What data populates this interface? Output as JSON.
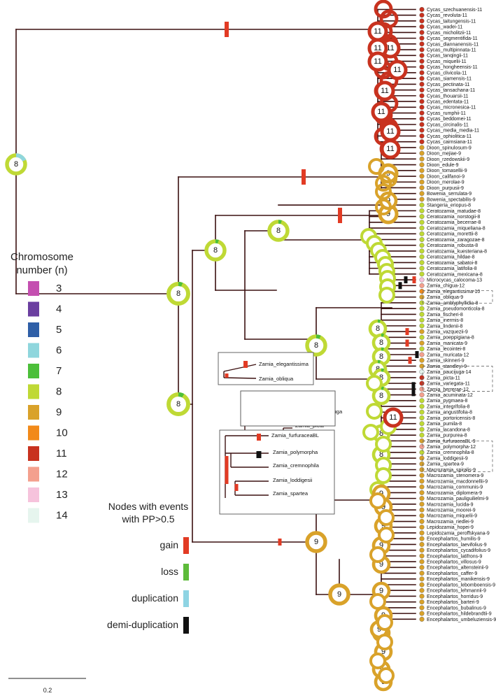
{
  "colors": {
    "3": "#c44fb0",
    "4": "#6b3fa0",
    "5": "#2f5fa7",
    "6": "#8fd6dd",
    "7": "#4cbf3a",
    "8": "#bfd935",
    "9": "#d9a22a",
    "10": "#f28a1a",
    "11": "#c8321f",
    "12": "#f4a08e",
    "13": "#f6c3dc",
    "14": "#e6f5ee",
    "branch": "#3b1010",
    "gain": "#e23b24",
    "loss": "#5dbb3a",
    "duplication": "#8ed4e3",
    "demi": "#111111"
  },
  "legend": {
    "title_line1": "Chromosome",
    "title_line2": "number (n)",
    "items": [
      {
        "label": "3",
        "key": "3"
      },
      {
        "label": "4",
        "key": "4"
      },
      {
        "label": "5",
        "key": "5"
      },
      {
        "label": "6",
        "key": "6"
      },
      {
        "label": "7",
        "key": "7"
      },
      {
        "label": "8",
        "key": "8"
      },
      {
        "label": "9",
        "key": "9"
      },
      {
        "label": "10",
        "key": "10"
      },
      {
        "label": "11",
        "key": "11"
      },
      {
        "label": "12",
        "key": "12"
      },
      {
        "label": "13",
        "key": "13"
      },
      {
        "label": "14",
        "key": "14"
      }
    ]
  },
  "events_legend": {
    "title_line1": "Nodes with events",
    "title_line2": "with PP>0.5",
    "items": [
      {
        "label": "gain",
        "key": "gain"
      },
      {
        "label": "loss",
        "key": "loss"
      },
      {
        "label": "duplication",
        "key": "duplication"
      },
      {
        "label": "demi-duplication",
        "key": "demi"
      }
    ]
  },
  "scale_label": "0.2",
  "taxa": [
    {
      "name": "Cycas_szechuanensis-11",
      "n": "11"
    },
    {
      "name": "Cycas_revoluta-11",
      "n": "11"
    },
    {
      "name": "Cycas_taitungensis-11",
      "n": "11"
    },
    {
      "name": "Cycas_wadei-11",
      "n": "11"
    },
    {
      "name": "Cycas_micholitzii-11",
      "n": "11"
    },
    {
      "name": "Cycas_segmentifida-11",
      "n": "11"
    },
    {
      "name": "Cycas_diannanensis-11",
      "n": "11"
    },
    {
      "name": "Cycas_multipinnata-11",
      "n": "11"
    },
    {
      "name": "Cycas_tanqingii-11",
      "n": "11"
    },
    {
      "name": "Cycas_miquelii-11",
      "n": "11"
    },
    {
      "name": "Cycas_hongheensis-11",
      "n": "11"
    },
    {
      "name": "Cycas_clivicola-11",
      "n": "11"
    },
    {
      "name": "Cycas_siamensis-11",
      "n": "11"
    },
    {
      "name": "Cycas_pectinata-11",
      "n": "11"
    },
    {
      "name": "Cycas_tansachana-11",
      "n": "11"
    },
    {
      "name": "Cycas_thouarsii-11",
      "n": "11"
    },
    {
      "name": "Cycas_edentata-11",
      "n": "11"
    },
    {
      "name": "Cycas_micronesica-11",
      "n": "11"
    },
    {
      "name": "Cycas_rumphii-11",
      "n": "11"
    },
    {
      "name": "Cycas_beddomei-11",
      "n": "11"
    },
    {
      "name": "Cycas_circinalis-11",
      "n": "11"
    },
    {
      "name": "Cycas_media_media-11",
      "n": "11"
    },
    {
      "name": "Cycas_ophiolitica-11",
      "n": "11"
    },
    {
      "name": "Cycas_cairnsiana-11",
      "n": "11"
    },
    {
      "name": "Dioon_spinulosum-9",
      "n": "9"
    },
    {
      "name": "Dioon_mejiae-9",
      "n": "9"
    },
    {
      "name": "Dioon_rzedowskii-9",
      "n": "9"
    },
    {
      "name": "Dioon_edule-9",
      "n": "9"
    },
    {
      "name": "Dioon_tomasellii-9",
      "n": "9"
    },
    {
      "name": "Dioon_califanoi-9",
      "n": "9"
    },
    {
      "name": "Dioon_merolae-9",
      "n": "9"
    },
    {
      "name": "Dioon_purpusii-9",
      "n": "9"
    },
    {
      "name": "Bowenia_serrulata-9",
      "n": "9"
    },
    {
      "name": "Bowenia_spectabilis-9",
      "n": "9"
    },
    {
      "name": "Stangeria_eriopus-8",
      "n": "8"
    },
    {
      "name": "Ceratozamia_matudae-8",
      "n": "8"
    },
    {
      "name": "Ceratozamia_norstogii-8",
      "n": "8"
    },
    {
      "name": "Ceratozamia_becerrae-8",
      "n": "8"
    },
    {
      "name": "Ceratozamia_miqueliana-8",
      "n": "8"
    },
    {
      "name": "Ceratozamia_morettii-8",
      "n": "8"
    },
    {
      "name": "Ceratozamia_zaragozae-8",
      "n": "8"
    },
    {
      "name": "Ceratozamia_robusta-8",
      "n": "8"
    },
    {
      "name": "Ceratozamia_kuesteriana-8",
      "n": "8"
    },
    {
      "name": "Ceratozamia_hildae-8",
      "n": "8"
    },
    {
      "name": "Ceratozamia_sabatoi-8",
      "n": "8"
    },
    {
      "name": "Ceratozamia_latifolia-8",
      "n": "8"
    },
    {
      "name": "Ceratozamia_mexicana-8",
      "n": "8"
    },
    {
      "name": "Microcycas_calocoma-13",
      "n": "13"
    },
    {
      "name": "Zamia_chigua-12",
      "n": "12"
    },
    {
      "name": "Zamia_elegantissima-10",
      "n": "10"
    },
    {
      "name": "Zamia_obliqua-9",
      "n": "9"
    },
    {
      "name": "Zamia_amblyphyllidia-8",
      "n": "8"
    },
    {
      "name": "Zamia_pseudomonticola-8",
      "n": "8"
    },
    {
      "name": "Zamia_fischeri-8",
      "n": "8"
    },
    {
      "name": "Zamia_inermis-8",
      "n": "8"
    },
    {
      "name": "Zamia_lindenii-8",
      "n": "8"
    },
    {
      "name": "Zamia_vazquezii-9",
      "n": "9"
    },
    {
      "name": "Zamia_poeppigiana-8",
      "n": "8"
    },
    {
      "name": "Zamia_manicata-9",
      "n": "9"
    },
    {
      "name": "Zamia_lecointei-8",
      "n": "8"
    },
    {
      "name": "Zamia_muricata-12",
      "n": "12"
    },
    {
      "name": "Zamia_skinneri-9",
      "n": "9"
    },
    {
      "name": "Zamia_standleyi-9",
      "n": "9"
    },
    {
      "name": "Zamia_paucijuga-14",
      "n": "14"
    },
    {
      "name": "Zamia_picta-11",
      "n": "11"
    },
    {
      "name": "Zamia_variegata-11",
      "n": "11"
    },
    {
      "name": "Zamia_herrerae-12",
      "n": "12"
    },
    {
      "name": "Zamia_acuminata-12",
      "n": "12"
    },
    {
      "name": "Zamia_pygmaea-8",
      "n": "8"
    },
    {
      "name": "Zamia_integrifolia-8",
      "n": "8"
    },
    {
      "name": "Zamia_angustifolia-8",
      "n": "8"
    },
    {
      "name": "Zamia_portoricensis-8",
      "n": "8"
    },
    {
      "name": "Zamia_pumila-8",
      "n": "8"
    },
    {
      "name": "Zamia_lacandona-8",
      "n": "8"
    },
    {
      "name": "Zamia_purpurea-8",
      "n": "8"
    },
    {
      "name": "Zamia_furfuraceaBL-9",
      "n": "9"
    },
    {
      "name": "Zamia_polymorpha-12",
      "n": "12"
    },
    {
      "name": "Zamia_cremnophila-8",
      "n": "8"
    },
    {
      "name": "Zamia_loddigesii-9",
      "n": "9"
    },
    {
      "name": "Zamia_spartea-9",
      "n": "9"
    },
    {
      "name": "Macrozamia_spiralis-9",
      "n": "9"
    },
    {
      "name": "Macrozamia_stenomera-9",
      "n": "9"
    },
    {
      "name": "Macrozamia_macdonnellii-9",
      "n": "9"
    },
    {
      "name": "Macrozamia_communis-9",
      "n": "9"
    },
    {
      "name": "Macrozamia_diplomera-9",
      "n": "9"
    },
    {
      "name": "Macrozamia_pauliguilielmi-9",
      "n": "9"
    },
    {
      "name": "Macrozamia_lucida-9",
      "n": "9"
    },
    {
      "name": "Macrozamia_moorei-9",
      "n": "9"
    },
    {
      "name": "Macrozamia_miquelii-9",
      "n": "9"
    },
    {
      "name": "Macrozamia_riedlei-9",
      "n": "9"
    },
    {
      "name": "Lepidozamia_hopei-9",
      "n": "9"
    },
    {
      "name": "Lepidozamia_peroffskyana-9",
      "n": "9"
    },
    {
      "name": "Encephalartos_humilis-9",
      "n": "9"
    },
    {
      "name": "Encephalartos_laevifolius-9",
      "n": "9"
    },
    {
      "name": "Encephalartos_cycadifolius-9",
      "n": "9"
    },
    {
      "name": "Encephalartos_latifrons-9",
      "n": "9"
    },
    {
      "name": "Encephalartos_villosus-9",
      "n": "9"
    },
    {
      "name": "Encephalartos_altensteinii-9",
      "n": "9"
    },
    {
      "name": "Encephalartos_caffer-9",
      "n": "9"
    },
    {
      "name": "Encephalartos_manikensis-9",
      "n": "9"
    },
    {
      "name": "Encephalartos_lebomboensis-9",
      "n": "9"
    },
    {
      "name": "Encephalartos_lehmannii-9",
      "n": "9"
    },
    {
      "name": "Encephalartos_horridus-9",
      "n": "9"
    },
    {
      "name": "Encephalartos_barteri-9",
      "n": "9"
    },
    {
      "name": "Encephalartos_bubalinus-9",
      "n": "9"
    },
    {
      "name": "Encephalartos_hildebrandtii-9",
      "n": "9"
    },
    {
      "name": "Encephalartos_umbeluziensis-9",
      "n": "9"
    }
  ],
  "nodes": [
    {
      "label": "8",
      "n": "8"
    },
    {
      "label": "8",
      "n": "8"
    },
    {
      "label": "8",
      "n": "8"
    },
    {
      "label": "8",
      "n": "8"
    },
    {
      "label": "8",
      "n": "8"
    },
    {
      "label": "8",
      "n": "8"
    },
    {
      "label": "9",
      "n": "9"
    },
    {
      "label": "9",
      "n": "9"
    },
    {
      "label": "9",
      "n": "9"
    },
    {
      "label": "9",
      "n": "9"
    },
    {
      "label": "9",
      "n": "9"
    },
    {
      "label": "11",
      "n": "11"
    },
    {
      "label": "11",
      "n": "11"
    },
    {
      "label": "11",
      "n": "11"
    },
    {
      "label": "11",
      "n": "11"
    },
    {
      "label": "11",
      "n": "11"
    },
    {
      "label": "11",
      "n": "11"
    },
    {
      "label": "11",
      "n": "11"
    },
    {
      "label": "11",
      "n": "11"
    },
    {
      "label": "11",
      "n": "11"
    },
    {
      "label": "8",
      "n": "8"
    },
    {
      "label": "8",
      "n": "8"
    },
    {
      "label": "8",
      "n": "8"
    },
    {
      "label": "8",
      "n": "8"
    },
    {
      "label": "8",
      "n": "8"
    },
    {
      "label": "8",
      "n": "8"
    },
    {
      "label": "8",
      "n": "8"
    },
    {
      "label": "8",
      "n": "8"
    },
    {
      "label": "11",
      "n": "11"
    },
    {
      "label": "9",
      "n": "9"
    },
    {
      "label": "9",
      "n": "9"
    },
    {
      "label": "9",
      "n": "9"
    },
    {
      "label": "9",
      "n": "9"
    },
    {
      "label": "9",
      "n": "9"
    },
    {
      "label": "9",
      "n": "9"
    },
    {
      "label": "9",
      "n": "9"
    },
    {
      "label": "9",
      "n": "9"
    },
    {
      "label": "9",
      "n": "9"
    },
    {
      "label": "9",
      "n": "9"
    },
    {
      "label": "9",
      "n": "9"
    },
    {
      "label": "9",
      "n": "9"
    }
  ],
  "insets": [
    {
      "taxa": [
        "Zamia_elegantissima",
        "Zamia_obliqua"
      ]
    },
    {
      "taxa": [
        "Zamia_standleyi",
        "Zamia_paucijuga",
        "Zamia_picta",
        "Zamia_variegata"
      ]
    },
    {
      "taxa": [
        "Zamia_furfuraceaBL",
        "Zamia_polymorpha",
        "Zamia_cremnophila",
        "Zamia_loddigesii",
        "Zamia_spartea"
      ]
    }
  ]
}
